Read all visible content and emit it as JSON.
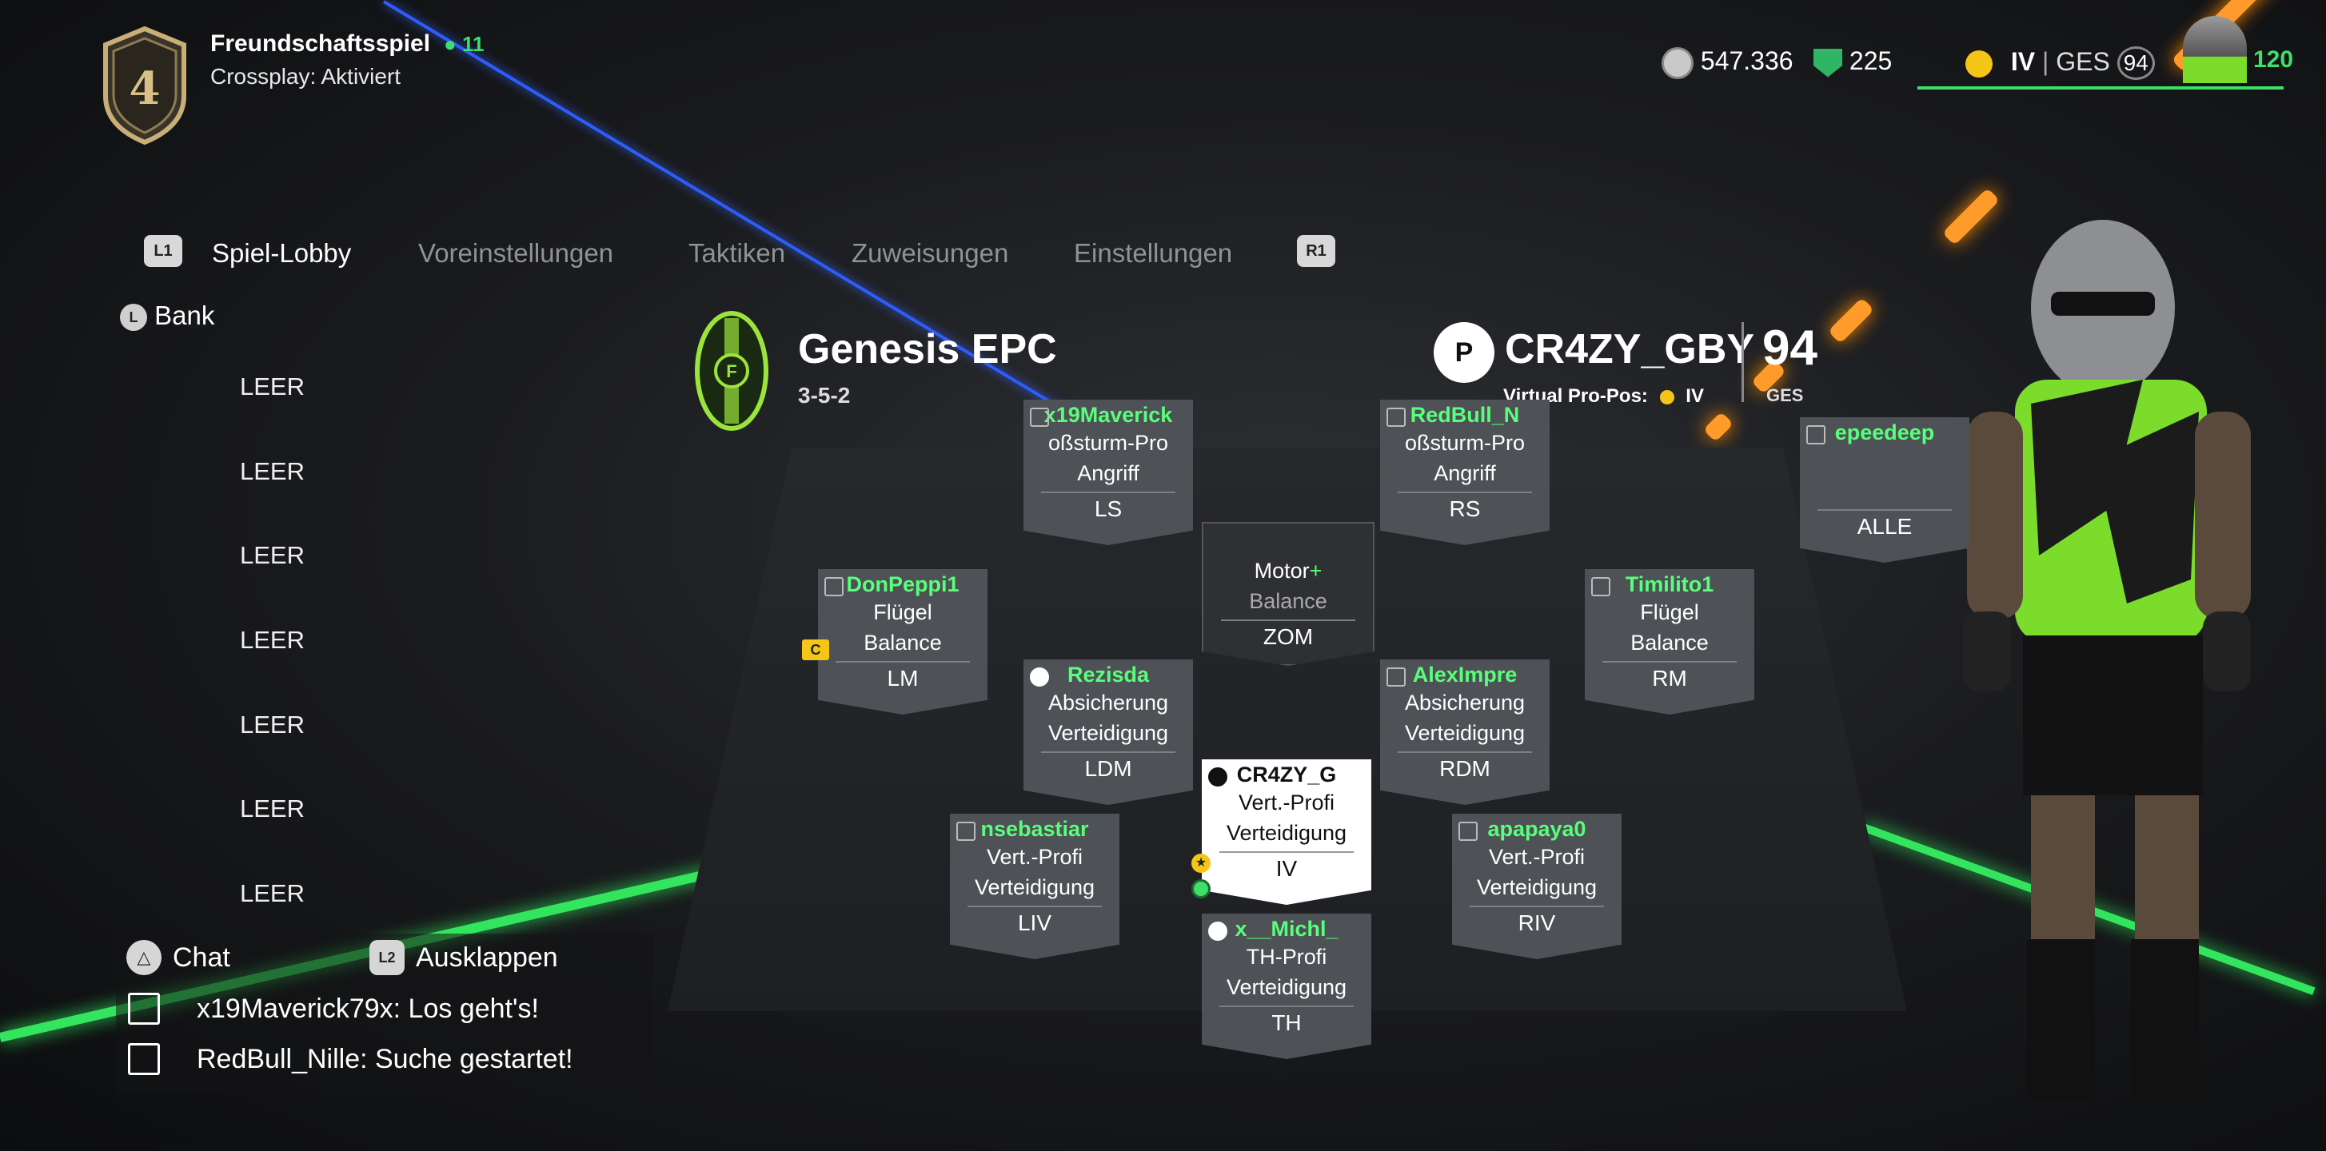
{
  "header": {
    "rank_number": "4",
    "mode_title": "Freundschaftsspiel",
    "players_count": "11",
    "crossplay": "Crossplay: Aktiviert",
    "coins": "547.336",
    "points": "225",
    "pos": "IV",
    "ges_label": "GES",
    "ges_value": "94",
    "level": "120"
  },
  "tabs": {
    "left_button": "L1",
    "right_button": "R1",
    "items": [
      "Spiel-Lobby",
      "Voreinstellungen",
      "Taktiken",
      "Zuweisungen",
      "Einstellungen"
    ]
  },
  "bench": {
    "title": "Bank",
    "items": [
      "LEER",
      "LEER",
      "LEER",
      "LEER",
      "LEER",
      "LEER",
      "LEER"
    ]
  },
  "team": {
    "name": "Genesis EPC",
    "formation": "3-5-2"
  },
  "player": {
    "name": "CR4ZY_GBY",
    "vp_label": "Virtual Pro-Pos:",
    "vp_pos": "IV",
    "ovr": "94",
    "ovr_label": "GES"
  },
  "cards": {
    "ls": {
      "name": "x19Maverick",
      "l1": "oßsturm-Pro",
      "l2": "Angriff",
      "pos": "LS"
    },
    "rs": {
      "name": "RedBull_N",
      "l1": "oßsturm-Pro",
      "l2": "Angriff",
      "pos": "RS"
    },
    "reserve": {
      "name": "epeedeep",
      "pos": "ALLE"
    },
    "zom": {
      "l1": "Motor",
      "l2": "Balance",
      "pos": "ZOM"
    },
    "lm": {
      "name": "DonPeppi1",
      "l1": "Flügel",
      "l2": "Balance",
      "pos": "LM",
      "captain": "C"
    },
    "rm": {
      "name": "Timilito1",
      "l1": "Flügel",
      "l2": "Balance",
      "pos": "RM"
    },
    "ldm": {
      "name": "Rezisda",
      "l1": "Absicherung",
      "l2": "Verteidigung",
      "pos": "LDM"
    },
    "rdm": {
      "name": "AlexImpre",
      "l1": "Absicherung",
      "l2": "Verteidigung",
      "pos": "RDM"
    },
    "iv": {
      "name": "CR4ZY_G",
      "l1": "Vert.-Profi",
      "l2": "Verteidigung",
      "pos": "IV"
    },
    "liv": {
      "name": "nsebastiar",
      "l1": "Vert.-Profi",
      "l2": "Verteidigung",
      "pos": "LIV"
    },
    "riv": {
      "name": "apapaya0",
      "l1": "Vert.-Profi",
      "l2": "Verteidigung",
      "pos": "RIV"
    },
    "th": {
      "name": "x__Michl_",
      "l1": "TH-Profi",
      "l2": "Verteidigung",
      "pos": "TH"
    }
  },
  "chat": {
    "title": "Chat",
    "expand_button": "L2",
    "expand_label": "Ausklappen",
    "messages": [
      "x19Maverick79x: Los geht's!",
      "RedBull_Nille: Suche gestartet!"
    ]
  },
  "colors": {
    "accent": "#58ff7a",
    "brand": "#8ee53f"
  }
}
